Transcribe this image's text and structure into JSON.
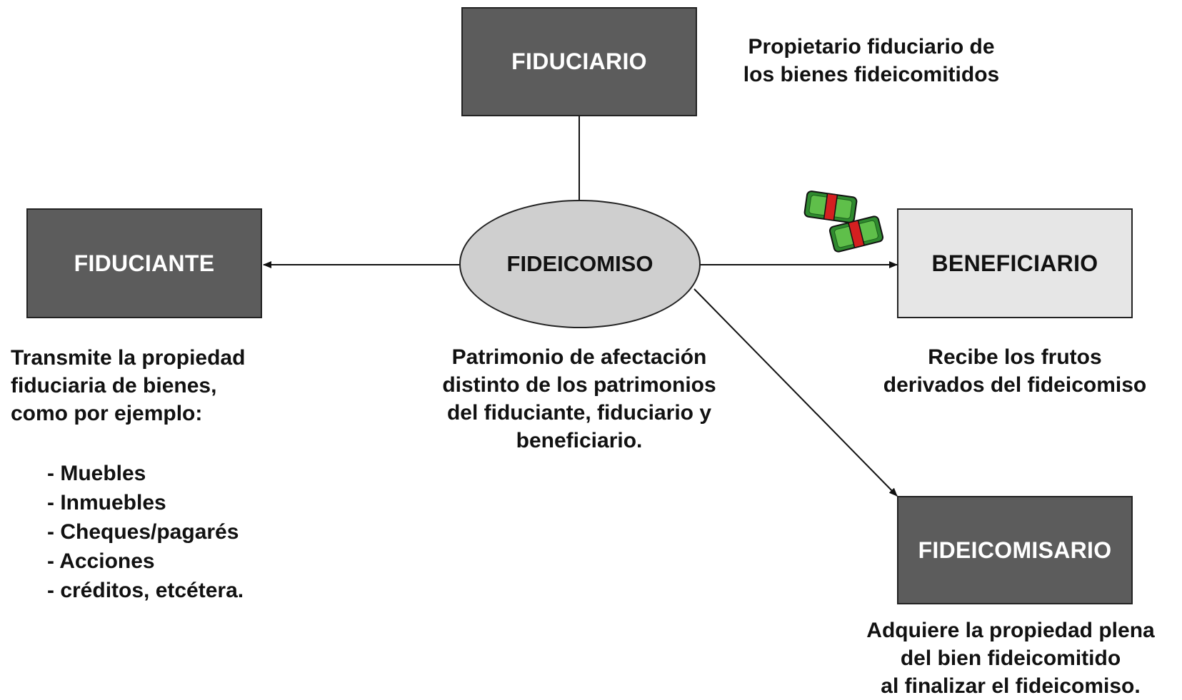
{
  "nodes": {
    "fiduciario": {
      "label": "FIDUCIARIO",
      "description": [
        "Propietario fiduciario de",
        "los bienes fideicomitidos"
      ]
    },
    "fiduciante": {
      "label": "FIDUCIANTE",
      "description": [
        "Transmite la propiedad",
        "fiduciaria de bienes,",
        "como por ejemplo:"
      ],
      "examples": [
        "- Muebles",
        "- Inmuebles",
        "- Cheques/pagarés",
        "- Acciones",
        "- créditos, etcétera."
      ]
    },
    "fideicomiso": {
      "label": "FIDEICOMISO",
      "description": [
        "Patrimonio de afectación",
        "distinto de los patrimonios",
        "del fiduciante, fiduciario y",
        "beneficiario."
      ]
    },
    "beneficiario": {
      "label": "BENEFICIARIO",
      "description": [
        "Recibe los frutos",
        "derivados del fideicomiso"
      ]
    },
    "fideicomisario": {
      "label": "FIDEICOMISARIO",
      "description": [
        "Adquiere la propiedad plena",
        "del bien fideicomitido",
        "al finalizar el fideicomiso."
      ]
    }
  },
  "icons": {
    "money": "money-bills-icon"
  },
  "colors": {
    "dark_box": "#5c5c5c",
    "light_box": "#e6e6e6",
    "ellipse": "#cfcfcf",
    "money_green": "#2f8a2f",
    "money_band": "#d42020"
  }
}
